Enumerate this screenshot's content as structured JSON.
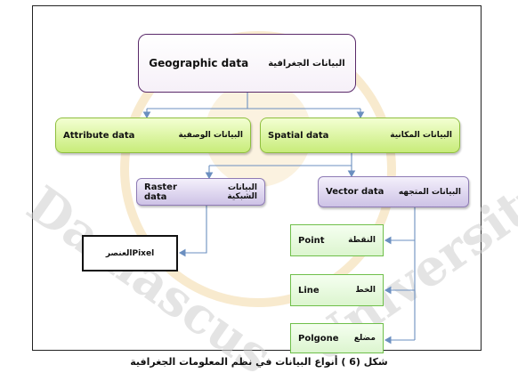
{
  "watermark": {
    "text_left": "Damascus",
    "text_right": "University"
  },
  "nodes": {
    "geographic": {
      "en": "Geographic data",
      "ar": "البيانات الجغرافية"
    },
    "attribute": {
      "en": "Attribute data",
      "ar": "البيانات الوصفية"
    },
    "spatial": {
      "en": "Spatial data",
      "ar": "البيانات المكانية"
    },
    "raster": {
      "en": "Raster data",
      "ar": "البيانات الشبكية"
    },
    "vector": {
      "en": "Vector data",
      "ar": "البيانات المتجهه"
    },
    "pixel": {
      "text": "العنصرPixel"
    },
    "point": {
      "en": "Point",
      "ar": "النقطة"
    },
    "line": {
      "en": "Line",
      "ar": "الخط"
    },
    "polygon": {
      "en": "Polgone",
      "ar": "مضلع"
    }
  },
  "caption": "شكل (6 ) أنواع البيانات في نظم المعلومات الجغرافية",
  "colors": {
    "green_fill": "#c8ec7a",
    "purple_fill": "#cdc2e6",
    "connector": "#6b8fc0"
  }
}
